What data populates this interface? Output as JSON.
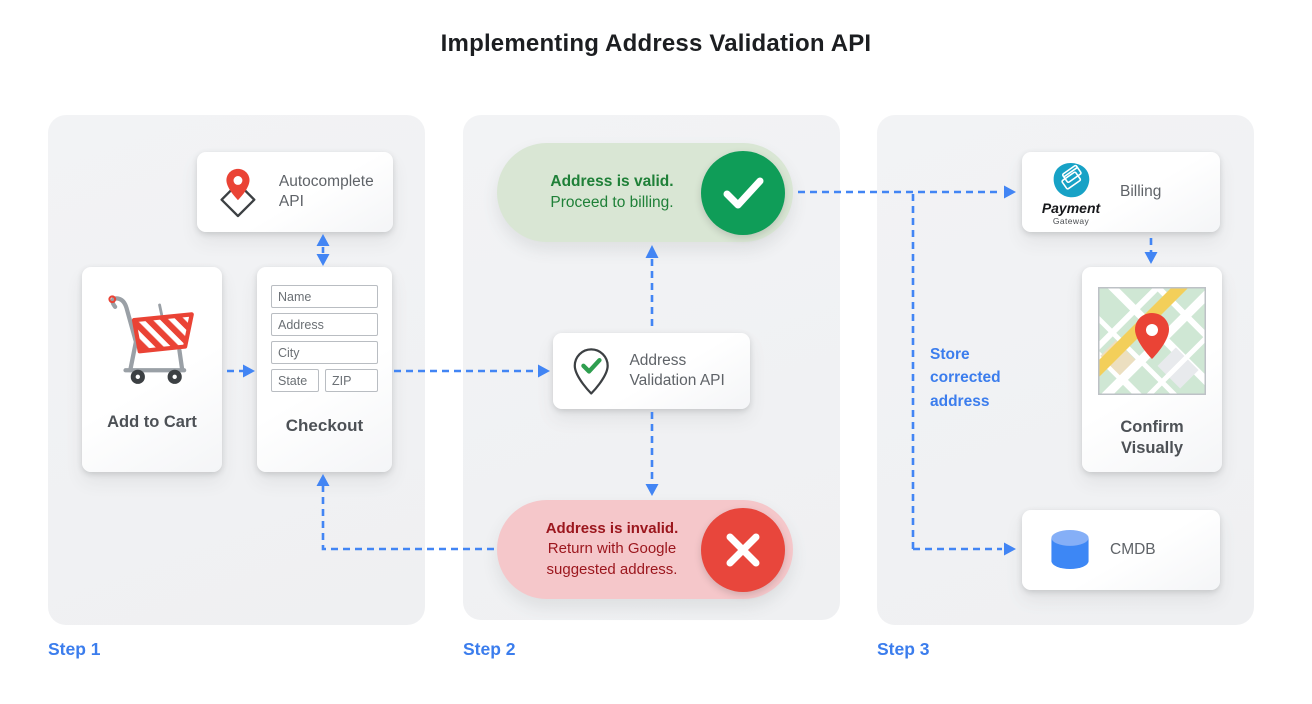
{
  "title": "Implementing Address Validation API",
  "colors": {
    "accent_blue": "#4285f4",
    "step_label_blue": "#3b7ded",
    "valid_circle_green": "#0f9d58",
    "valid_pill_bg": "#d9e6d4",
    "valid_text_green": "#1f8038",
    "invalid_circle_red": "#e8463c",
    "invalid_pill_bg": "#f5c7ca",
    "invalid_text_red": "#9b161d",
    "pin_red": "#ea4335",
    "panel_gray": "#f1f2f4",
    "card_text_gray": "#5f6368"
  },
  "step1": {
    "label": "Step 1",
    "autocomplete_card": {
      "label": "Autocomplete API"
    },
    "add_to_cart_card": {
      "label": "Add to Cart"
    },
    "checkout_card": {
      "label": "Checkout",
      "fields": [
        "Name",
        "Address",
        "City",
        "State",
        "ZIP"
      ]
    }
  },
  "step2": {
    "label": "Step 2",
    "valid_banner": {
      "title": "Address is valid.",
      "subtitle": "Proceed to billing."
    },
    "validation_card": {
      "label": "Address Validation API"
    },
    "invalid_banner": {
      "title": "Address is invalid.",
      "subtitle": "Return with Google suggested address."
    }
  },
  "step3": {
    "label": "Step 3",
    "billing_card": {
      "label": "Billing",
      "logo_title": "Payment",
      "logo_subtitle": "Gateway"
    },
    "confirm_card": {
      "label": "Confirm Visually"
    },
    "cmdb_card": {
      "label": "CMDB"
    },
    "store_note": "Store corrected address"
  }
}
